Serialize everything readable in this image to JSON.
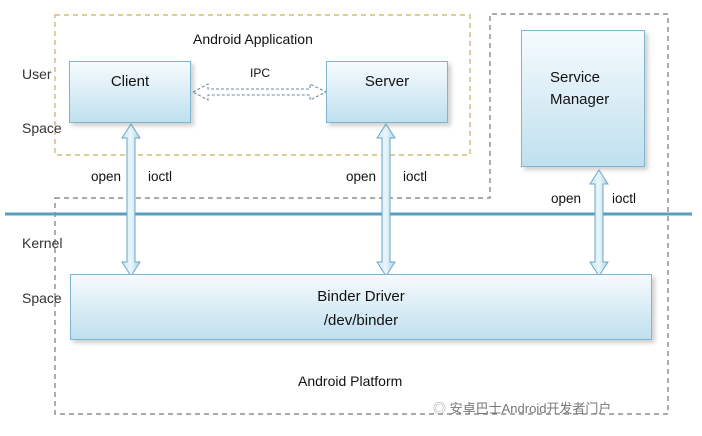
{
  "labels": {
    "user_space": "User Space",
    "kernel_space": "Kernel Space",
    "android_application": "Android Application",
    "android_platform": "Android Platform",
    "ipc": "IPC"
  },
  "boxes": {
    "client": "Client",
    "server": "Server",
    "service_manager_line1": "Service",
    "service_manager_line2": "Manager",
    "binder_driver_line1": "Binder Driver",
    "binder_driver_line2": "/dev/binder"
  },
  "connectors": {
    "open": "open",
    "ioctl": "ioctl"
  },
  "watermark": "安卓巴士Android开发者门户",
  "colors": {
    "box_border": "#7fb6cf",
    "box_fill": "#d8ecf5",
    "arrow": "#bfe0ee",
    "divider": "#5a9fc2",
    "dashed_app": "#c9b15a",
    "dashed_platform": "#777777"
  }
}
